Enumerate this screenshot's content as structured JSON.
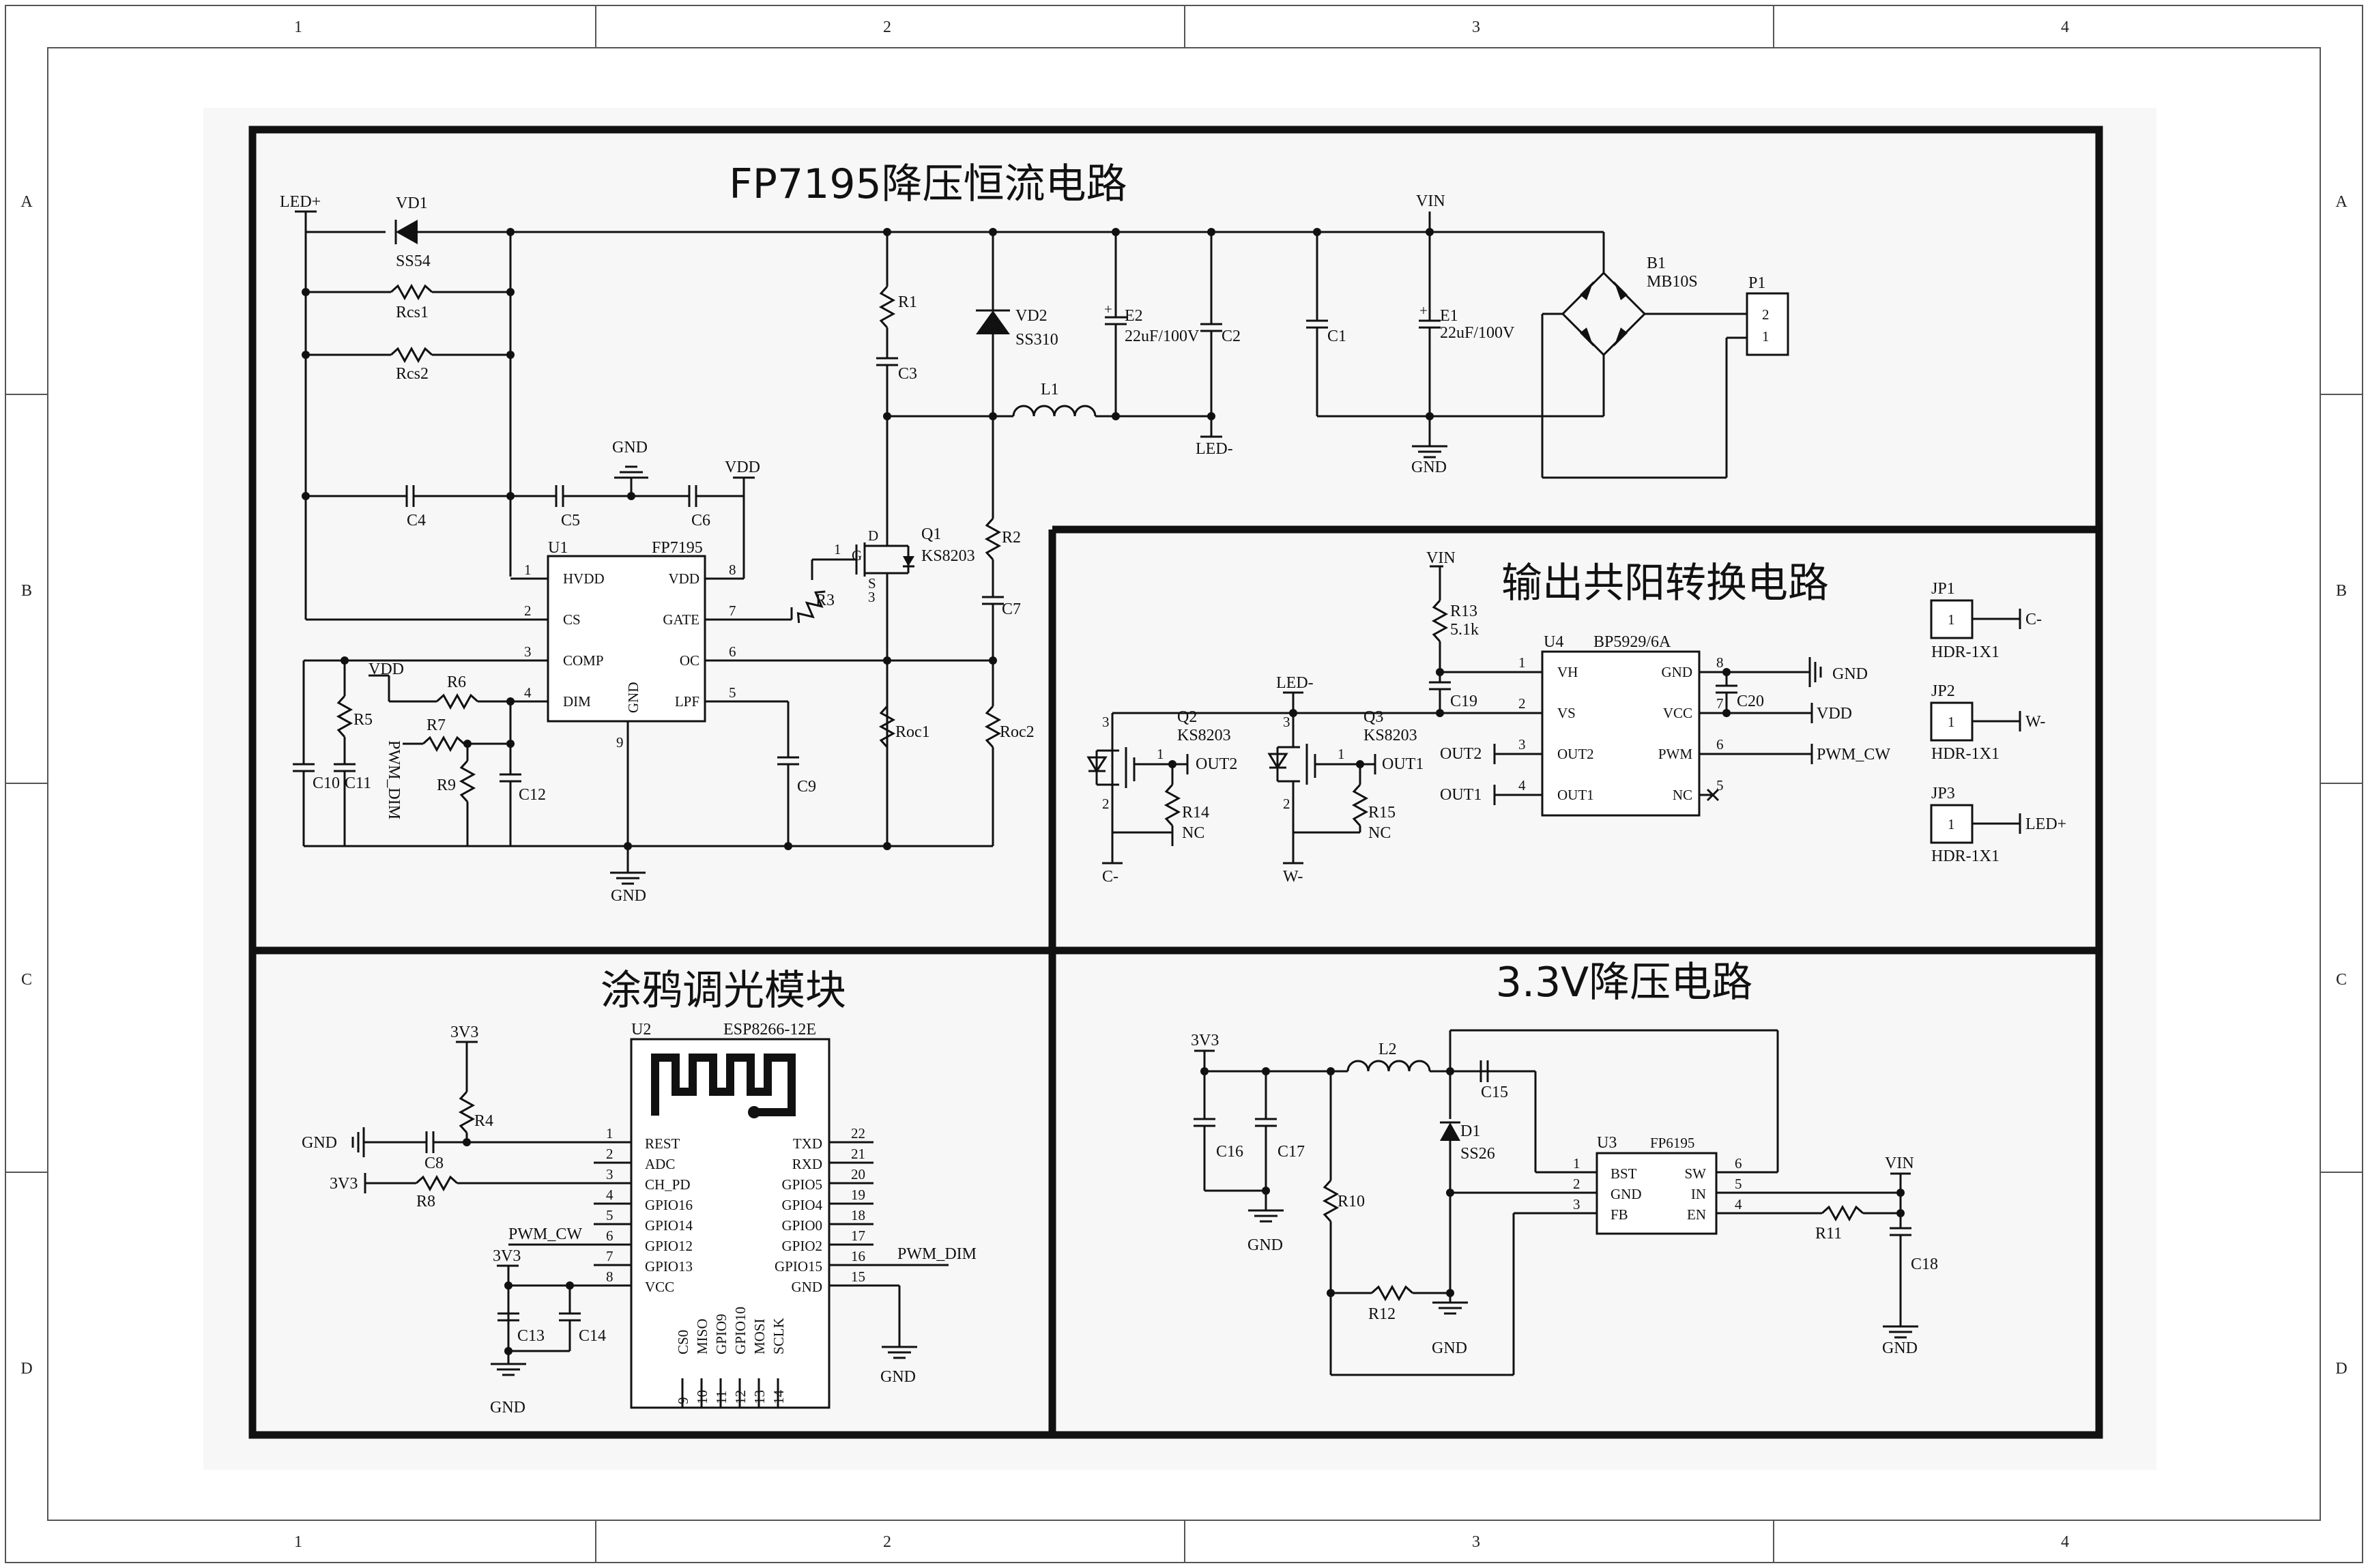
{
  "frame": {
    "cols": [
      "1",
      "2",
      "3",
      "4"
    ],
    "rows": [
      "A",
      "B",
      "C",
      "D"
    ]
  },
  "panels": {
    "fp7195": {
      "title": "FP7195降压恒流电路"
    },
    "common_anode": {
      "title": "输出共阳转换电路"
    },
    "tuya": {
      "title": "涂鸦调光模块"
    },
    "buck33": {
      "title": "3.3V降压电路"
    }
  },
  "fp7195_circuit": {
    "nets": {
      "led_plus": "LED+",
      "led_minus": "LED-",
      "vin": "VIN",
      "gnd": "GND",
      "vdd": "VDD",
      "pwm_dim": "PWM_DIM"
    },
    "vd1": {
      "ref": "VD1",
      "part": "SS54"
    },
    "res1": "Rcs1",
    "res2": "Rcs2",
    "r1": "R1",
    "c3": "C3",
    "vd2": {
      "ref": "VD2",
      "part": "SS310"
    },
    "e2": {
      "ref": "E2",
      "value": "22uF/100V"
    },
    "c2": "C2",
    "c1": "C1",
    "e1": {
      "ref": "E1",
      "value": "22uF/100V"
    },
    "b1": {
      "ref": "B1",
      "part": "MB10S"
    },
    "p1": {
      "ref": "P1",
      "pins": [
        "2",
        "1"
      ]
    },
    "l1": "L1",
    "c4": "C4",
    "c5": "C5",
    "c6": "C6",
    "u1": {
      "ref": "U1",
      "part": "FP7195",
      "left_pins": [
        {
          "num": "1",
          "name": "HVDD"
        },
        {
          "num": "2",
          "name": "CS"
        },
        {
          "num": "3",
          "name": "COMP"
        },
        {
          "num": "4",
          "name": "DIM"
        }
      ],
      "right_pins": [
        {
          "num": "8",
          "name": "VDD"
        },
        {
          "num": "7",
          "name": "GATE"
        },
        {
          "num": "6",
          "name": "OC"
        },
        {
          "num": "5",
          "name": "LPF"
        }
      ],
      "bottom_pin": {
        "num": "9",
        "name": "GND"
      }
    },
    "q1": {
      "ref": "Q1",
      "part": "KS8203",
      "pins": {
        "g": "1",
        "d": "D",
        "s": "S",
        "g_lbl": "G",
        "num3": "3"
      }
    },
    "r2": "R2",
    "c7": "C7",
    "r3": "R3",
    "r5": "R5",
    "r6": "R6",
    "r7": "R7",
    "r9": "R9",
    "c10": "C10",
    "c11": "C11",
    "c12": "C12",
    "c9": "C9",
    "roc1": "Roc1",
    "roc2": "Roc2"
  },
  "common_anode_circuit": {
    "nets": {
      "vin": "VIN",
      "led_minus": "LED-",
      "gnd": "GND",
      "vdd": "VDD",
      "pwm_cw": "PWM_CW",
      "c_minus": "C-",
      "w_minus": "W-",
      "out1": "OUT1",
      "out2": "OUT2"
    },
    "r13": {
      "ref": "R13",
      "value": "5.1k"
    },
    "c19": "C19",
    "c20": "C20",
    "u4": {
      "ref": "U4",
      "part": "BP5929/6A",
      "left_pins": [
        {
          "num": "1",
          "name": "VH"
        },
        {
          "num": "2",
          "name": "VS"
        },
        {
          "num": "3",
          "name": "OUT2"
        },
        {
          "num": "4",
          "name": "OUT1"
        }
      ],
      "right_pins": [
        {
          "num": "8",
          "name": "GND"
        },
        {
          "num": "7",
          "name": "VCC"
        },
        {
          "num": "6",
          "name": "PWM"
        },
        {
          "num": "5",
          "name": "NC"
        }
      ]
    },
    "q2": {
      "ref": "Q2",
      "part": "KS8203"
    },
    "q3": {
      "ref": "Q3",
      "part": "KS8203"
    },
    "r14": {
      "ref": "R14",
      "value": "NC"
    },
    "r15": {
      "ref": "R15",
      "value": "NC"
    },
    "jp": [
      {
        "ref": "JP1",
        "pin": "1",
        "net": "C-",
        "part": "HDR-1X1"
      },
      {
        "ref": "JP2",
        "pin": "1",
        "net": "W-",
        "part": "HDR-1X1"
      },
      {
        "ref": "JP3",
        "pin": "1",
        "net": "LED+",
        "part": "HDR-1X1"
      }
    ]
  },
  "tuya_circuit": {
    "nets": {
      "v33": "3V3",
      "gnd": "GND",
      "pwm_cw": "PWM_CW",
      "pwm_dim": "PWM_DIM"
    },
    "u2": {
      "ref": "U2",
      "part": "ESP8266-12E",
      "left_pins": [
        {
          "num": "1",
          "name": "REST"
        },
        {
          "num": "2",
          "name": "ADC"
        },
        {
          "num": "3",
          "name": "CH_PD"
        },
        {
          "num": "4",
          "name": "GPIO16"
        },
        {
          "num": "5",
          "name": "GPIO14"
        },
        {
          "num": "6",
          "name": "GPIO12"
        },
        {
          "num": "7",
          "name": "GPIO13"
        },
        {
          "num": "8",
          "name": "VCC"
        }
      ],
      "right_pins": [
        {
          "num": "22",
          "name": "TXD"
        },
        {
          "num": "21",
          "name": "RXD"
        },
        {
          "num": "20",
          "name": "GPIO5"
        },
        {
          "num": "19",
          "name": "GPIO4"
        },
        {
          "num": "18",
          "name": "GPIO0"
        },
        {
          "num": "17",
          "name": "GPIO2"
        },
        {
          "num": "16",
          "name": "GPIO15"
        },
        {
          "num": "15",
          "name": "GND"
        }
      ],
      "bottom_pins": [
        {
          "num": "9",
          "name": "CS0"
        },
        {
          "num": "10",
          "name": "MISO"
        },
        {
          "num": "11",
          "name": "GPIO9"
        },
        {
          "num": "12",
          "name": "GPIO10"
        },
        {
          "num": "13",
          "name": "MOSI"
        },
        {
          "num": "14",
          "name": "SCLK"
        }
      ]
    },
    "r4": "R4",
    "r8": "R8",
    "c8": "C8",
    "c13": "C13",
    "c14": "C14"
  },
  "buck33_circuit": {
    "nets": {
      "v33": "3V3",
      "gnd": "GND",
      "vin": "VIN"
    },
    "l2": "L2",
    "c15": "C15",
    "c16": "C16",
    "c17": "C17",
    "c18": "C18",
    "d1": {
      "ref": "D1",
      "part": "SS26"
    },
    "r10": "R10",
    "r11": "R11",
    "r12": "R12",
    "u3": {
      "ref": "U3",
      "part": "FP6195",
      "left_pins": [
        {
          "num": "1",
          "name": "BST"
        },
        {
          "num": "2",
          "name": "GND"
        },
        {
          "num": "3",
          "name": "FB"
        }
      ],
      "right_pins": [
        {
          "num": "6",
          "name": "SW"
        },
        {
          "num": "5",
          "name": "IN"
        },
        {
          "num": "4",
          "name": "EN"
        }
      ]
    }
  }
}
